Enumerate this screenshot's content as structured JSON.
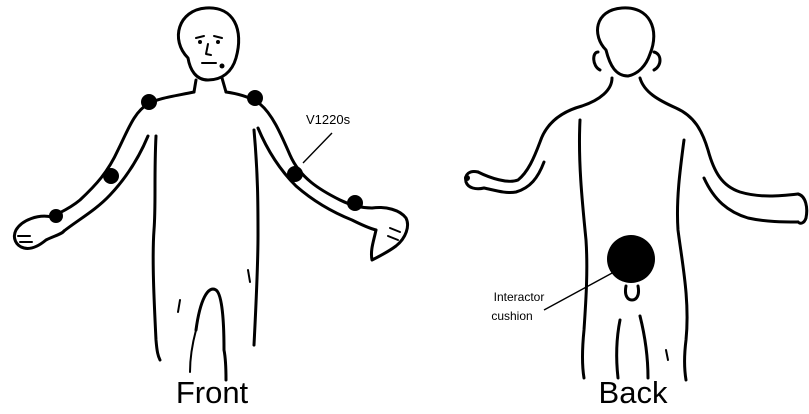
{
  "views": {
    "front": {
      "label": "Front"
    },
    "back": {
      "label": "Back"
    }
  },
  "callouts": {
    "sensor": {
      "text": "V1220s"
    },
    "cushion": {
      "line1": "Interactor",
      "line2": "cushion"
    }
  },
  "colors": {
    "ink": "#000000",
    "background": "#ffffff"
  }
}
